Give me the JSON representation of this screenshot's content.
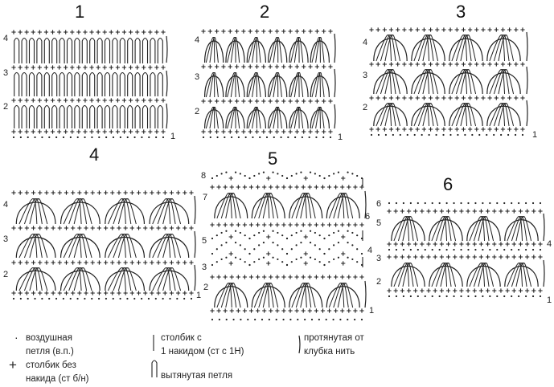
{
  "panels": [
    {
      "title": "1",
      "row_labels": [
        "4",
        "3",
        "2",
        "1"
      ]
    },
    {
      "title": "2",
      "row_labels": [
        "4",
        "3",
        "2",
        "1"
      ]
    },
    {
      "title": "3",
      "row_labels": [
        "4",
        "3",
        "2",
        "1"
      ]
    },
    {
      "title": "4",
      "row_labels": [
        "4",
        "3",
        "2",
        "1"
      ]
    },
    {
      "title": "5",
      "row_labels": [
        "8",
        "7",
        "6",
        "5",
        "4",
        "3",
        "2",
        "1"
      ]
    },
    {
      "title": "6",
      "row_labels": [
        "6",
        "5",
        "4",
        "3",
        "2",
        "1"
      ]
    }
  ],
  "legend": {
    "chain": {
      "symbol": "·",
      "line1": "воздушная",
      "line2": "петля (в.п.)"
    },
    "single_crochet": {
      "symbol": "+",
      "line1": "столбик без",
      "line2": "накида (ст б/н)"
    },
    "double_crochet": {
      "line1": "столбик с",
      "line2": "1 накидом (ст с 1Н)"
    },
    "elongated_loop": {
      "line1": "вытянутая петля"
    },
    "pulled_yarn": {
      "line1": "протянутая от",
      "line2": "клубка нить"
    }
  },
  "colors": {
    "ink": "#222222",
    "background": "#ffffff"
  }
}
